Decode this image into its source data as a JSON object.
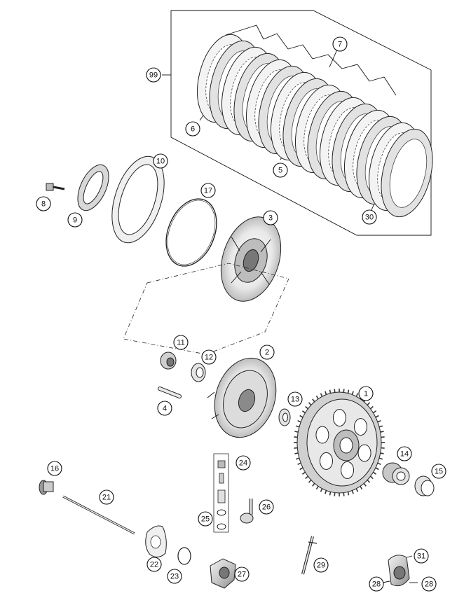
{
  "diagram": {
    "title": "",
    "colors": {
      "line": "#111111",
      "part_fill": "#d9d9d9",
      "part_dark": "#9a9a9a",
      "background": "#ffffff"
    },
    "callouts": [
      {
        "id": "c99",
        "label": "99"
      },
      {
        "id": "c7",
        "label": "7"
      },
      {
        "id": "c6",
        "label": "6"
      },
      {
        "id": "c5",
        "label": "5"
      },
      {
        "id": "c30",
        "label": "30"
      },
      {
        "id": "c10",
        "label": "10"
      },
      {
        "id": "c17",
        "label": "17"
      },
      {
        "id": "c8",
        "label": "8"
      },
      {
        "id": "c9",
        "label": "9"
      },
      {
        "id": "c3",
        "label": "3"
      },
      {
        "id": "c11",
        "label": "11"
      },
      {
        "id": "c2",
        "label": "2"
      },
      {
        "id": "c12",
        "label": "12"
      },
      {
        "id": "c4",
        "label": "4"
      },
      {
        "id": "c13",
        "label": "13"
      },
      {
        "id": "c1",
        "label": "1"
      },
      {
        "id": "c14",
        "label": "14"
      },
      {
        "id": "c15",
        "label": "15"
      },
      {
        "id": "c16",
        "label": "16"
      },
      {
        "id": "c24",
        "label": "24"
      },
      {
        "id": "c21",
        "label": "21"
      },
      {
        "id": "c26",
        "label": "26"
      },
      {
        "id": "c25",
        "label": "25"
      },
      {
        "id": "c22",
        "label": "22"
      },
      {
        "id": "c23",
        "label": "23"
      },
      {
        "id": "c27",
        "label": "27"
      },
      {
        "id": "c29",
        "label": "29"
      },
      {
        "id": "c31",
        "label": "31"
      },
      {
        "id": "c28a",
        "label": "28"
      },
      {
        "id": "c28b",
        "label": "28"
      }
    ]
  }
}
